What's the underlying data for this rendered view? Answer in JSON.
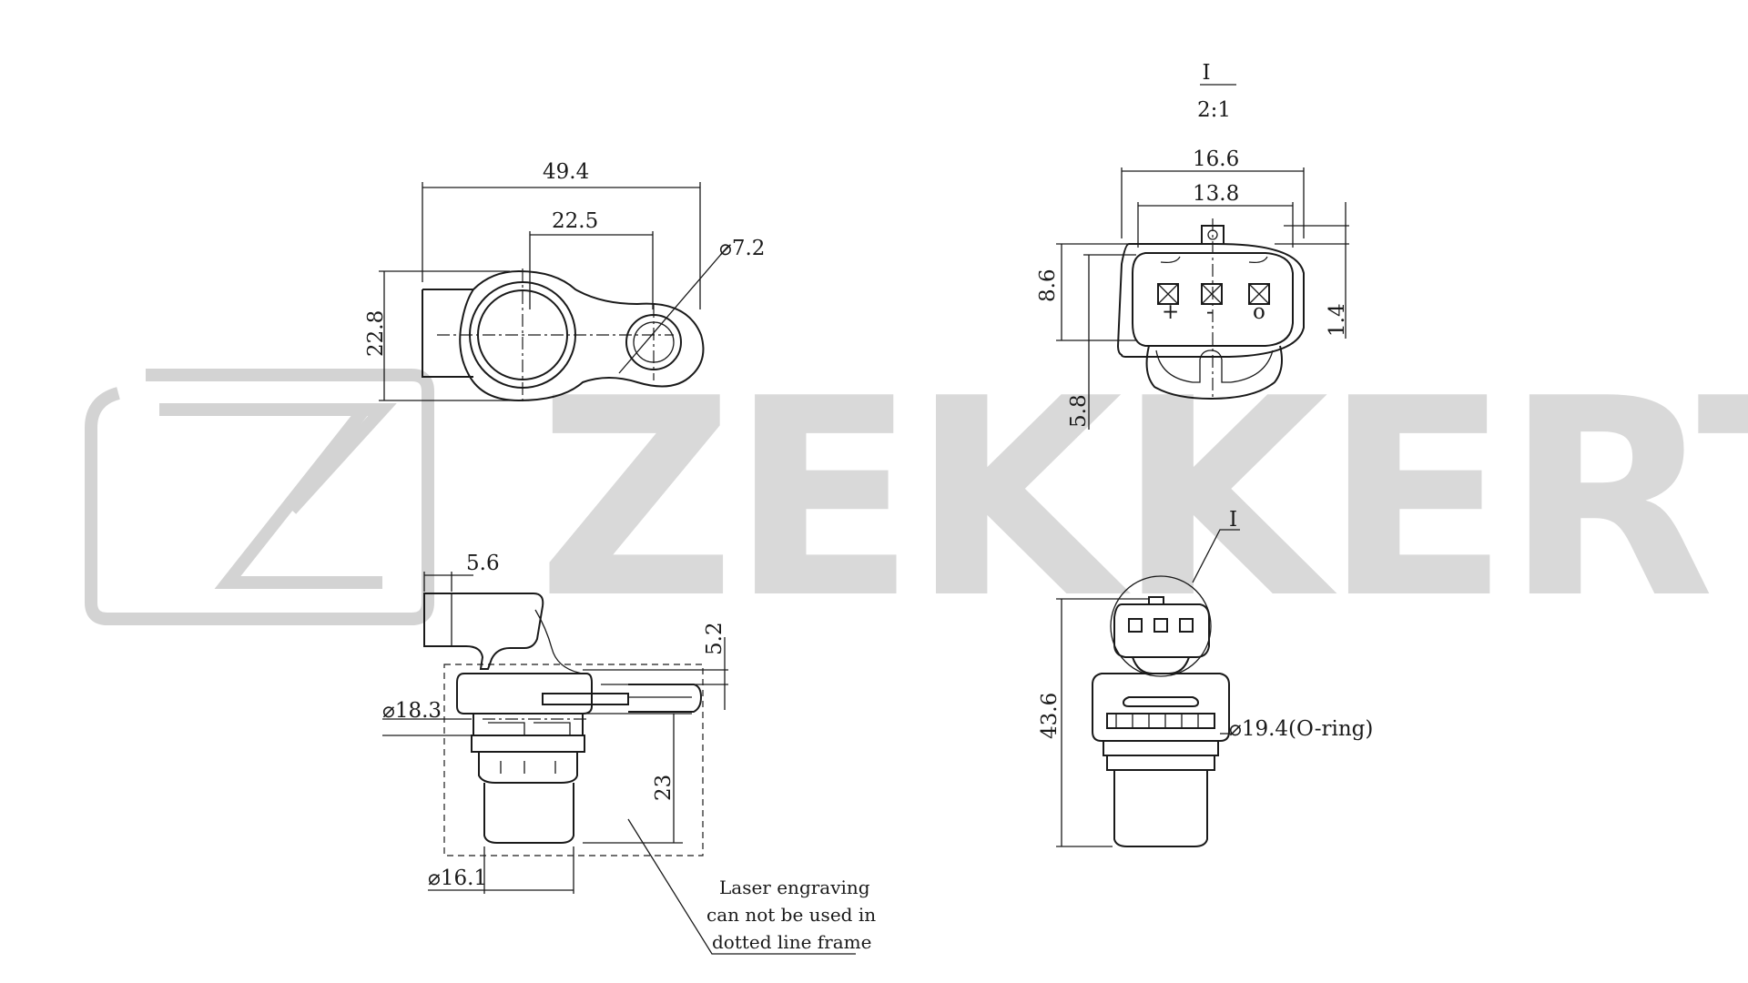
{
  "watermark": {
    "brand": "ZEKKERT"
  },
  "views": {
    "top": {
      "dims": [
        "49.4",
        "22.5",
        "⌀7.2",
        "22.8"
      ]
    },
    "connector_detail": {
      "label": "I",
      "scale": "2:1",
      "dims": [
        "16.6",
        "13.8",
        "8.6",
        "1.4",
        "5.8"
      ],
      "pins": [
        "+",
        "-",
        "o"
      ]
    },
    "side": {
      "dims": [
        "5.6",
        "5.2",
        "⌀18.3",
        "23",
        "⌀16.1"
      ],
      "note": [
        "Laser engraving",
        "can not be used in",
        "dotted line frame"
      ]
    },
    "front": {
      "label": "I",
      "dims": [
        "43.6",
        "⌀19.4(O-ring)"
      ]
    }
  }
}
